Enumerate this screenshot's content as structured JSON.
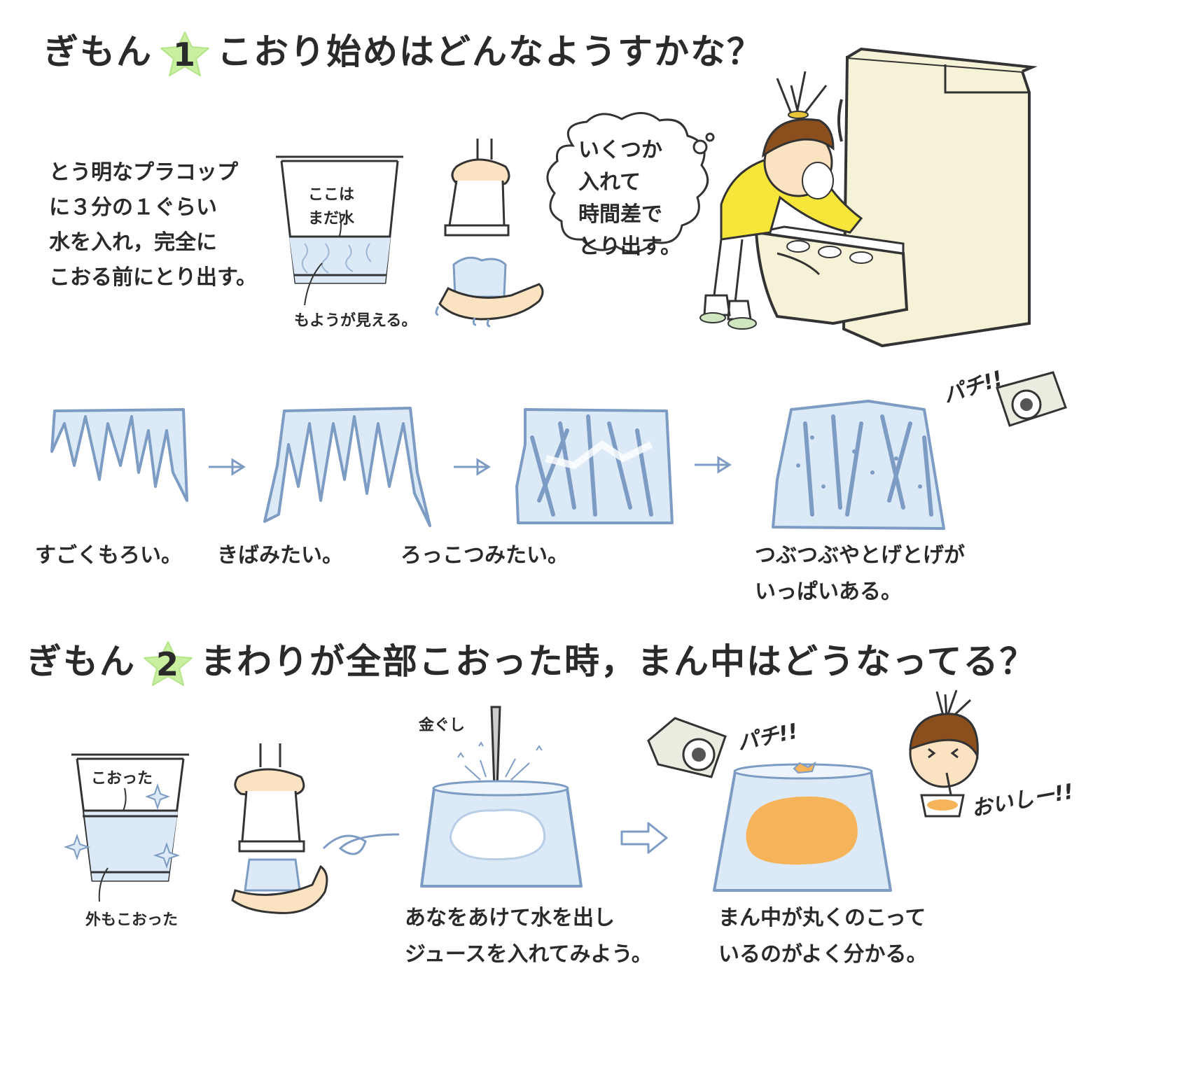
{
  "section1": {
    "prefix": "ぎもん",
    "number": "1",
    "title": "こおり始めはどんなようすかな？",
    "intro_text": "とう明なプラコップ\nに３分の１ぐらい\n水を入れ，完全に\nこおる前にとり出す。",
    "cup_label_top": "ここは\nまだ水",
    "cup_label_bottom": "もようが見える。",
    "bubble_text": "いくつか\n入れて\n時間差で\nとり出す。",
    "sfx_camera": "パチ!!",
    "stages": [
      "すごくもろい。",
      "きばみたい。",
      "ろっこつみたい。",
      "つぶつぶやとげとげが\nいっぱいある。"
    ]
  },
  "section2": {
    "prefix": "ぎもん",
    "number": "2",
    "title": "まわりが全部こおった時，まん中はどうなってる？",
    "cup_label_top": "こおった",
    "cup_label_bottom": "外もこおった",
    "skewer_label": "金ぐし",
    "caption_middle": "あなをあけて水を出し\nジュースを入れてみよう。",
    "caption_right": "まん中が丸くのこって\nいるのがよく分かる。",
    "sfx_camera": "パチ!!",
    "sfx_tasty": "おいしー!!"
  },
  "colors": {
    "star": "#c8f0a0",
    "ice_outline": "#7d9cc4",
    "ice_fill": "#dce9f7",
    "juice": "#f5b45a",
    "shirt": "#f6e63a",
    "fridge": "#f6f2d8",
    "hair": "#8a4f1c"
  }
}
